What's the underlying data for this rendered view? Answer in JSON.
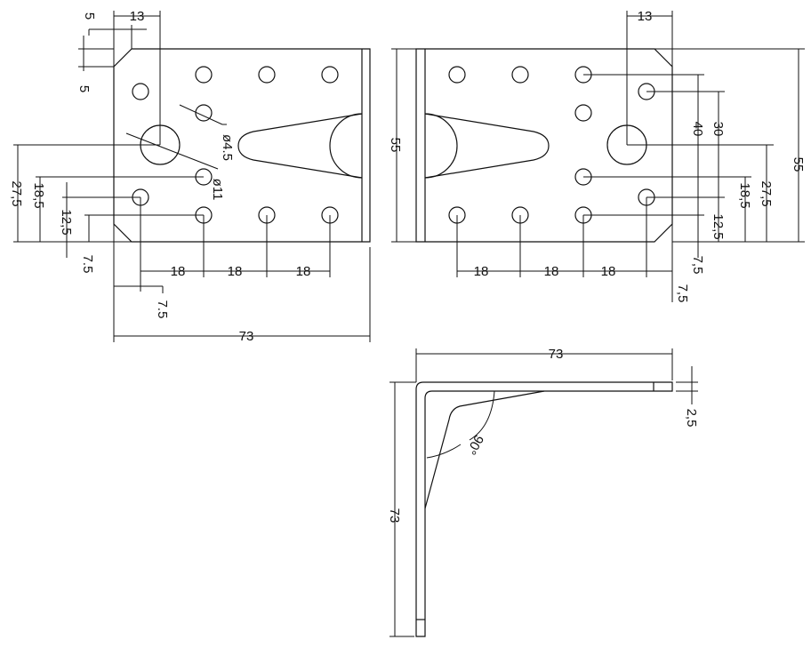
{
  "front_view": {
    "dims": {
      "corner_offset_x": "13",
      "chamfer_x": "5",
      "chamfer_y": "5",
      "small_hole_diameter": "ø4.5",
      "large_hole_diameter": "ø11",
      "large_hole_height": "27,5",
      "hole_height_mid": "18,5",
      "hole_height_low": "12,5",
      "bottom_row_height": "7.5",
      "pitch_1": "18",
      "pitch_2": "18",
      "pitch_3": "18",
      "edge_to_hole": "7.5",
      "overall_width": "73"
    }
  },
  "rear_view": {
    "dims": {
      "corner_offset_x": "13",
      "height_left": "55",
      "dim_40": "40",
      "dim_30": "30",
      "dim_18_5": "18,5",
      "dim_27_5": "27,5",
      "height_right": "55",
      "dim_12_5": "12,5",
      "dim_7_5_a": "7,5",
      "dim_7_5_b": "7,5",
      "pitch_1": "18",
      "pitch_2": "18",
      "pitch_3": "18"
    }
  },
  "side_view": {
    "dims": {
      "width": "73",
      "height": "73",
      "thickness": "2,5",
      "angle": "90°"
    }
  }
}
